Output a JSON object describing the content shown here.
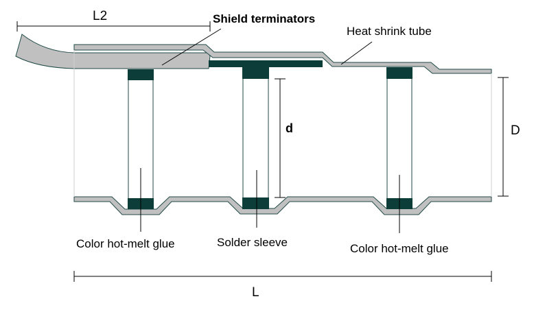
{
  "labels": {
    "L2": "L2",
    "shield_terminators": "Shield terminators",
    "heat_shrink_tube": "Heat shrink tube",
    "d": "d",
    "D": "D",
    "glue_left": "Color hot-melt glue",
    "solder_sleeve": "Solder sleeve",
    "glue_right": "Color hot-melt glue",
    "L": "L"
  },
  "colors": {
    "tube_fill": "#c0c0c0",
    "tube_stroke": "#1f4a46",
    "band_fill": "#0c3d38",
    "line": "#000000"
  }
}
